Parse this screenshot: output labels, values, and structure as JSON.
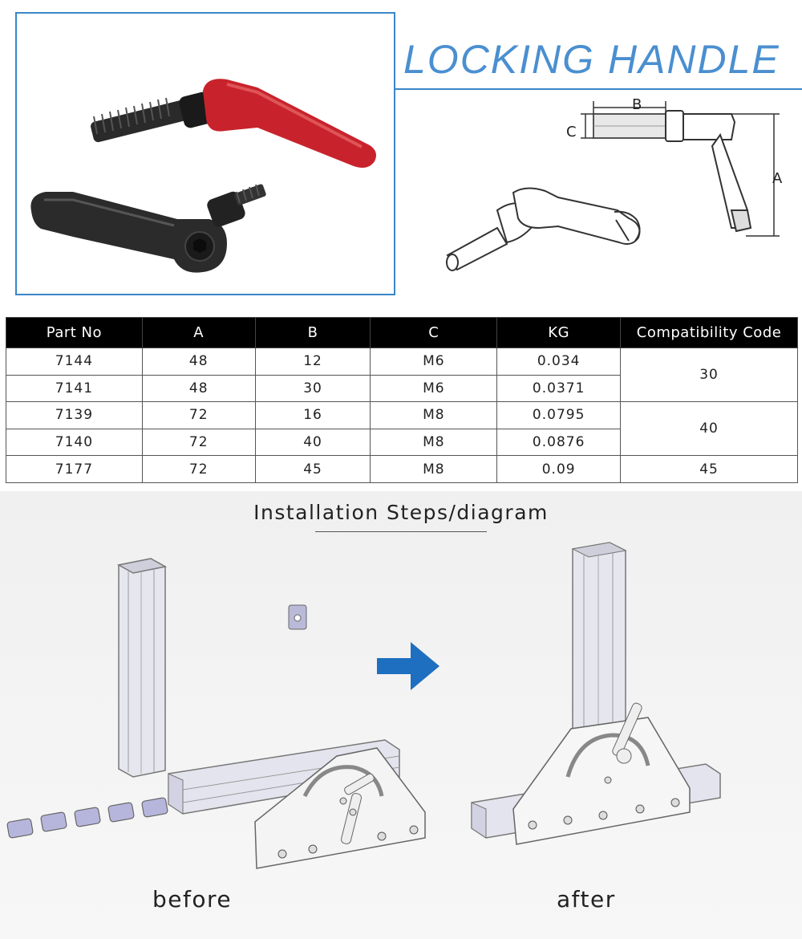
{
  "header": {
    "title": "LOCKING HANDLE"
  },
  "drawing": {
    "label_a": "A",
    "label_b": "B",
    "label_c": "C"
  },
  "table": {
    "headers": [
      "Part No",
      "A",
      "B",
      "C",
      "KG",
      "Compatibility Code"
    ],
    "rows": [
      {
        "part": "7144",
        "a": "48",
        "b": "12",
        "c": "M6",
        "kg": "0.034"
      },
      {
        "part": "7141",
        "a": "48",
        "b": "30",
        "c": "M6",
        "kg": "0.0371"
      },
      {
        "part": "7139",
        "a": "72",
        "b": "16",
        "c": "M8",
        "kg": "0.0795"
      },
      {
        "part": "7140",
        "a": "72",
        "b": "40",
        "c": "M8",
        "kg": "0.0876"
      },
      {
        "part": "7177",
        "a": "72",
        "b": "45",
        "c": "M8",
        "kg": "0.09"
      }
    ],
    "compat": [
      "30",
      "40",
      "45"
    ]
  },
  "installation": {
    "title": "Installation Steps/diagram",
    "before_label": "before",
    "after_label": "after"
  },
  "colors": {
    "accent": "#4a8fd0",
    "handle_red": "#c8232c",
    "arrow_blue": "#1e6fbf"
  }
}
